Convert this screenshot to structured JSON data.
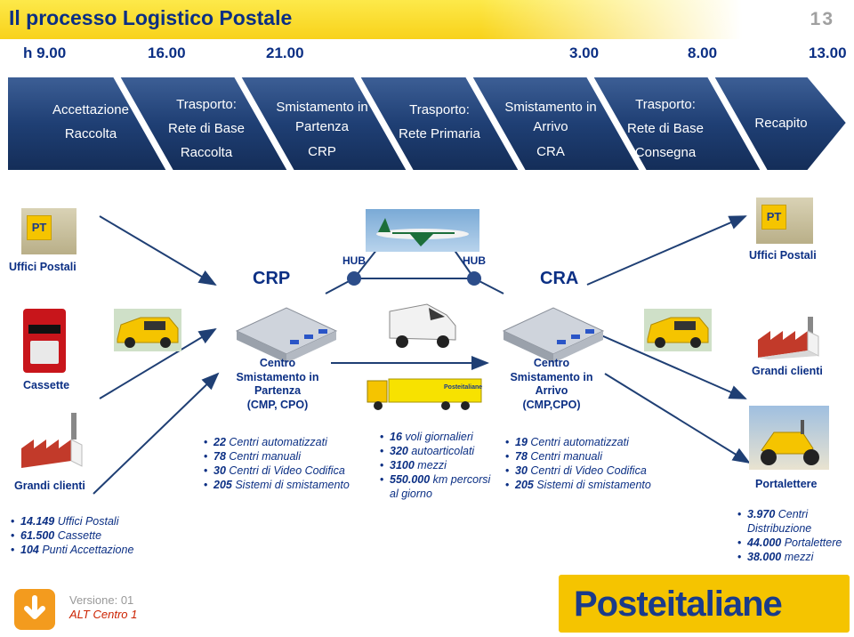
{
  "header": {
    "title": "Il processo Logistico Postale",
    "page_number": "13"
  },
  "timeline": [
    "h 9.00",
    "16.00",
    "21.00",
    "3.00",
    "8.00",
    "13.00"
  ],
  "stages": [
    {
      "lines": [
        "Accettazione",
        "Raccolta"
      ]
    },
    {
      "lines": [
        "Trasporto:",
        "Rete di Base",
        "Raccolta"
      ]
    },
    {
      "lines": [
        "Smistamento in",
        "Partenza",
        "CRP"
      ]
    },
    {
      "lines": [
        "Trasporto:",
        "Rete Primaria"
      ]
    },
    {
      "lines": [
        "Smistamento in",
        "Arrivo",
        "CRA"
      ]
    },
    {
      "lines": [
        "Trasporto:",
        "Rete di Base",
        "Consegna"
      ]
    },
    {
      "lines": [
        "Recapito"
      ]
    }
  ],
  "flow": {
    "uffici_postali_left": "Uffici Postali",
    "crp": "CRP",
    "hub_left": "HUB",
    "hub_right": "HUB",
    "cra": "CRA",
    "uffici_postali_right": "Uffici Postali",
    "cassette": "Cassette",
    "centro_partenza": [
      "Centro",
      "Smistamento in",
      "Partenza",
      "(CMP, CPO)"
    ],
    "centro_arrivo": [
      "Centro",
      "Smistamento in",
      "Arrivo",
      "(CMP,CPO)"
    ],
    "grandi_clienti_right": "Grandi clienti",
    "grandi_clienti_left": "Grandi clienti",
    "portalettere": "Portalettere",
    "truck_brand": "Posteitaliane"
  },
  "stats": {
    "left": [
      {
        "n": "14.149",
        "t": " Uffici Postali"
      },
      {
        "n": "61.500",
        "t": " Cassette"
      },
      {
        "n": "104",
        "t": " Punti Accettazione"
      }
    ],
    "partenza": [
      {
        "n": "22",
        "t": " Centri automatizzati"
      },
      {
        "n": "78",
        "t": " Centri manuali"
      },
      {
        "n": "30",
        "t": " Centri di Video Codifica"
      },
      {
        "n": "205",
        "t": " Sistemi di smistamento"
      }
    ],
    "trasporto": [
      {
        "n": "16",
        "t": " voli giornalieri"
      },
      {
        "n": "320",
        "t": " autoarticolati"
      },
      {
        "n": "3100",
        "t": " mezzi"
      },
      {
        "n": "550.000",
        "t": " km percorsi al giorno"
      }
    ],
    "arrivo": [
      {
        "n": "19",
        "t": " Centri automatizzati"
      },
      {
        "n": "78",
        "t": " Centri manuali"
      },
      {
        "n": "30",
        "t": " Centri di Video Codifica"
      },
      {
        "n": "205",
        "t": " Sistemi di smistamento"
      }
    ],
    "recapito": [
      {
        "n": "3.970",
        "t": " Centri Distribuzione"
      },
      {
        "n": "44.000",
        "t": " Portalettere"
      },
      {
        "n": "38.000",
        "t": " mezzi"
      }
    ]
  },
  "footer": {
    "version": "Versione: 01",
    "alt": "ALT Centro 1",
    "logo_text": "Posteitaliane",
    "pt_sign": "PT"
  },
  "colors": {
    "stage_fill": "#1f3f74",
    "title_yellow": "#f8d21a",
    "text_blue": "#0b2f84",
    "poste_yellow": "#f5c400"
  }
}
